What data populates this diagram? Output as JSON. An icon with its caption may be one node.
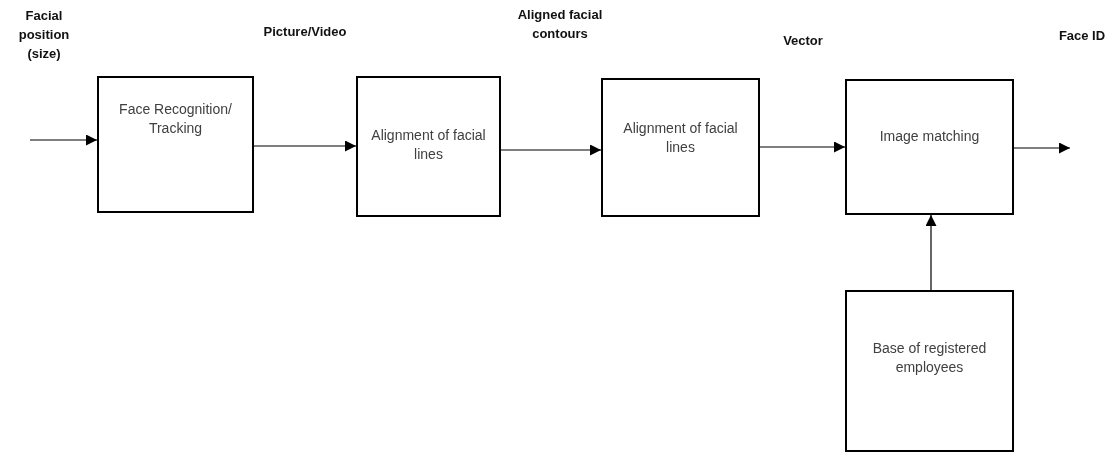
{
  "diagram": {
    "nodes": [
      {
        "text": [
          "Face Recognition/ Tracking"
        ]
      },
      {
        "text": [
          "Alignment of facial lines"
        ]
      },
      {
        "text": [
          "Alignment of facial lines"
        ]
      },
      {
        "text": [
          "Image matching"
        ]
      },
      {
        "text": [
          "Base of registered employees"
        ]
      }
    ],
    "edges": [
      {
        "from": null,
        "to": 0,
        "arrow": "to"
      },
      {
        "from": 0,
        "to": 1,
        "arrow": "to"
      },
      {
        "from": 1,
        "to": 2,
        "arrow": "to"
      },
      {
        "from": 2,
        "to": 3,
        "arrow": "to"
      },
      {
        "from": 3,
        "to": null,
        "arrow": "to"
      },
      {
        "from": 4,
        "to": 3,
        "arrow": "to"
      }
    ],
    "labels": [
      "Facial position (size)",
      "Picture/Video",
      "Aligned facial contours",
      "Vector",
      "Face ID"
    ]
  }
}
